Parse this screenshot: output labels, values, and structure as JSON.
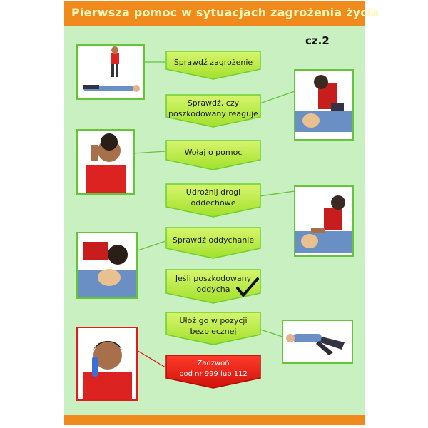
{
  "poster": {
    "title": "Pierwsza pomoc w sytuacjach zagrożenia życia",
    "part": "cz.2"
  },
  "steps": [
    {
      "line1": "Sprawdź zagrożenie",
      "line2": ""
    },
    {
      "line1": "Sprawdź, czy",
      "line2": "poszkodowany reaguje"
    },
    {
      "line1": "Wołaj o pomoc",
      "line2": ""
    },
    {
      "line1": "Udrożnij drogi",
      "line2": "oddechowe"
    },
    {
      "line1": "Sprawdź oddychanie",
      "line2": ""
    },
    {
      "line1": "Jeśli poszkodowany",
      "line2": "oddycha"
    },
    {
      "line1": "Ułóż go w pozycji",
      "line2": "bezpiecznej"
    },
    {
      "line1": "Zadzwoń",
      "line2": "pod nr 999 lub 112"
    }
  ],
  "colors": {
    "background": "#c9f0c0",
    "header": "#f08a1c",
    "step_fill": "#b5ea3c",
    "step_border": "#6ecf2e",
    "emergency_fill": "#e51b12",
    "photo_border": "#66c43a",
    "photo_border_emergency": "#e31b1b"
  },
  "icons": [
    "check-mark-icon"
  ]
}
